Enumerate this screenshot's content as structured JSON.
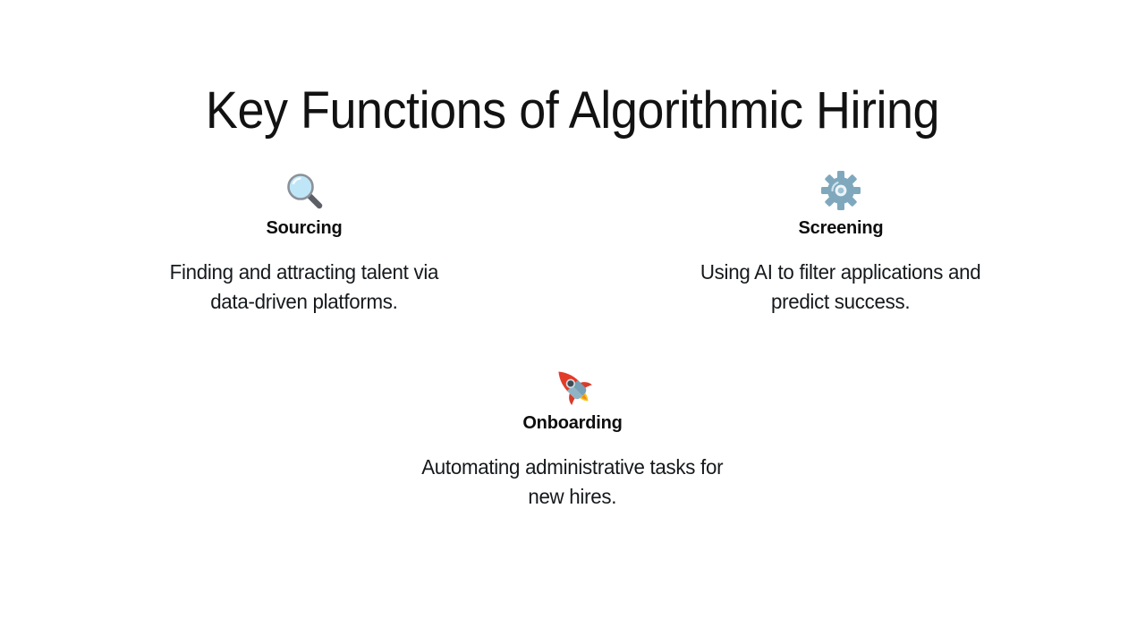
{
  "slide": {
    "title": "Key Functions of Algorithmic Hiring",
    "background_color": "#ffffff",
    "title_color": "#121212",
    "body_text_color": "#15191c"
  },
  "cards": [
    {
      "icon": "magnifying-glass-icon",
      "icon_emoji": "🔍",
      "icon_colors": {
        "lens": "#bfe6f7",
        "rim": "#8b9199",
        "handle": "#5c6066"
      },
      "heading": "Sourcing",
      "body_lines": [
        "Finding and attracting talent via",
        "data-driven platforms."
      ],
      "body": "Finding and attracting talent via data-driven platforms."
    },
    {
      "icon": "gear-icon",
      "icon_emoji": "⚙️",
      "icon_colors": {
        "gear": "#7fa8bd",
        "gear_dark": "#5f8ca3",
        "hub": "#eef5f8"
      },
      "heading": "Screening",
      "body_lines": [
        "Using AI to filter applications and",
        "predict success."
      ],
      "body": "Using AI to filter applications and predict success."
    },
    {
      "icon": "rocket-icon",
      "icon_emoji": "🚀",
      "icon_colors": {
        "body": "#8fb4c6",
        "nose": "#e23b28",
        "fins": "#d93b2b",
        "window": "#3f4a52",
        "flame": "#f5c518"
      },
      "heading": "Onboarding",
      "body_lines": [
        "Automating administrative tasks for",
        "new hires."
      ],
      "body": "Automating administrative tasks for new hires."
    }
  ]
}
